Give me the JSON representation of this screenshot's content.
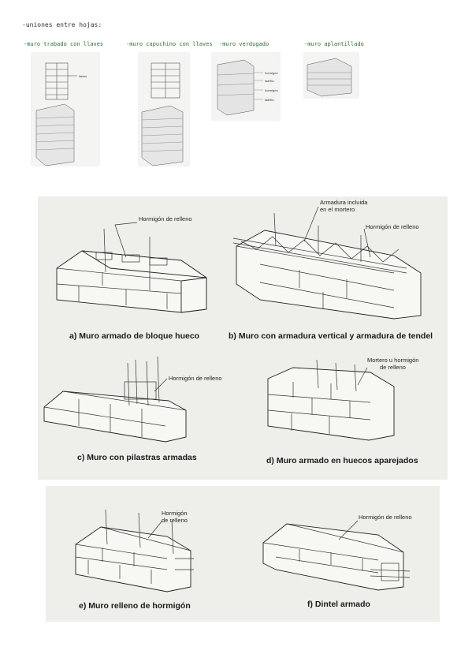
{
  "handwritten": {
    "title": "-uniones entre hojas:",
    "headings": [
      "-muro trabado con llaves",
      "-muro capuchino con llaves",
      "-muro verdugado",
      "-muro aplantillado"
    ],
    "thumb_label_1": "llaves",
    "thumb_labels_3": [
      "hormigón",
      "ladrillo",
      "hormigón",
      "ladrillo"
    ]
  },
  "panel_top": {
    "captions": [
      "a) Muro armado de bloque hueco",
      "b) Muro con armadura vertical y armadura de tendel",
      "c) Muro con pilastras armadas",
      "d) Muro armado en huecos aparejados"
    ],
    "labels": {
      "a": "Hormigón de relleno",
      "b1_line1": "Armadura incluida",
      "b1_line2": "en el mortero",
      "b2": "Hormigón de relleno",
      "c": "Hormigón de relleno",
      "d_line1": "Mortero u hormigón",
      "d_line2": "de relleno"
    }
  },
  "panel_bottom": {
    "captions": [
      "e) Muro relleno de hormigón",
      "f) Dintel armado"
    ],
    "labels": {
      "e_line1": "Hormigón",
      "e_line2": "de relleno",
      "f": "Hormigón de relleno"
    }
  }
}
